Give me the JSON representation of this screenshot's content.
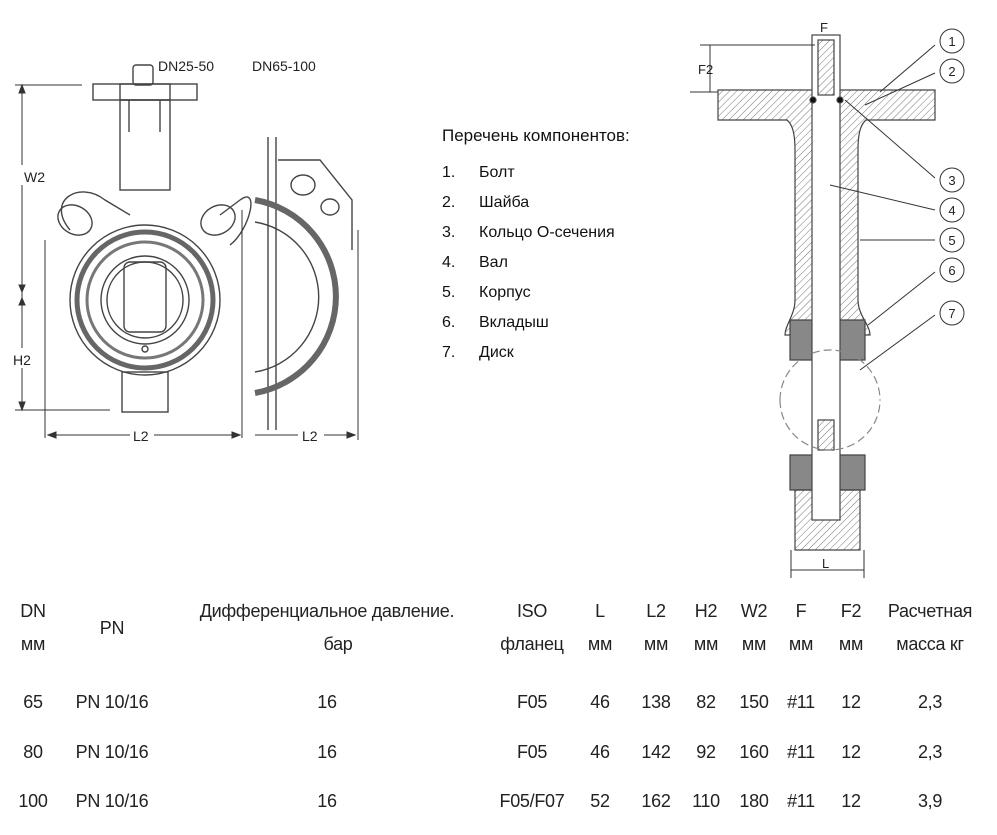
{
  "left_drawing": {
    "label_small": "DN25-50",
    "label_large": "DN65-100",
    "dim_w2": "W2",
    "dim_h2": "H2",
    "dim_l2_a": "L2",
    "dim_l2_b": "L2"
  },
  "components": {
    "title": "Перечень компонентов:",
    "items": [
      {
        "num": "1.",
        "label": "Болт"
      },
      {
        "num": "2.",
        "label": "Шайба"
      },
      {
        "num": "3.",
        "label": "Кольцо О-сечения"
      },
      {
        "num": "4.",
        "label": "Вал"
      },
      {
        "num": "5.",
        "label": "Корпус"
      },
      {
        "num": "6.",
        "label": "Вкладыш"
      },
      {
        "num": "7.",
        "label": "Диск"
      }
    ]
  },
  "section_drawing": {
    "dim_f": "F",
    "dim_f2": "F2",
    "dim_l": "L",
    "balloons": [
      "1",
      "2",
      "3",
      "4",
      "5",
      "6",
      "7"
    ]
  },
  "table": {
    "headers": [
      {
        "line1": "DN",
        "line2": "мм"
      },
      {
        "line1": "PN",
        "line2": ""
      },
      {
        "line1": "Дифференциальное давление.",
        "line2": "бар"
      },
      {
        "line1": "ISO",
        "line2": "фланец"
      },
      {
        "line1": "L",
        "line2": "мм"
      },
      {
        "line1": "L2",
        "line2": "мм"
      },
      {
        "line1": "H2",
        "line2": "мм"
      },
      {
        "line1": "W2",
        "line2": "мм"
      },
      {
        "line1": "F",
        "line2": "мм"
      },
      {
        "line1": "F2",
        "line2": "мм"
      },
      {
        "line1": "Расчетная",
        "line2": "масса кг"
      }
    ],
    "rows": [
      [
        "65",
        "PN 10/16",
        "16",
        "F05",
        "46",
        "138",
        "82",
        "150",
        "#11",
        "12",
        "2,3"
      ],
      [
        "80",
        "PN 10/16",
        "16",
        "F05",
        "46",
        "142",
        "92",
        "160",
        "#11",
        "12",
        "2,3"
      ],
      [
        "100",
        "PN 10/16",
        "16",
        "F05/F07",
        "52",
        "162",
        "110",
        "180",
        "#11",
        "12",
        "3,9"
      ]
    ]
  }
}
